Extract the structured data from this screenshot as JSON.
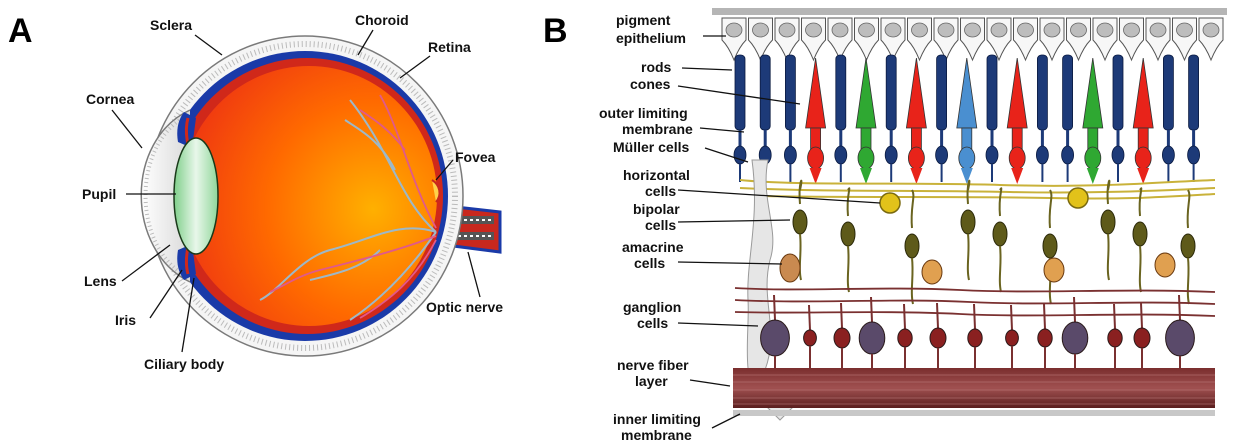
{
  "panels": {
    "a": {
      "letter": "A",
      "labels": {
        "sclera": "Sclera",
        "choroid": "Choroid",
        "retina": "Retina",
        "cornea": "Cornea",
        "fovea": "Fovea",
        "pupil": "Pupil",
        "lens": "Lens",
        "iris": "Iris",
        "optic_nerve": "Optic nerve",
        "ciliary_body": "Ciliary body"
      }
    },
    "b": {
      "letter": "B",
      "labels": {
        "pigment_1": "pigment",
        "pigment_2": "epithelium",
        "rods": "rods",
        "cones": "cones",
        "olm_1": "outer limiting",
        "olm_2": "membrane",
        "muller": "Müller cells",
        "horizontal_1": "horizontal",
        "horizontal_2": "cells",
        "bipolar_1": "bipolar",
        "bipolar_2": "cells",
        "amacrine_1": "amacrine",
        "amacrine_2": "cells",
        "ganglion_1": "ganglion",
        "ganglion_2": "cells",
        "nfl_1": "nerve fiber",
        "nfl_2": "layer",
        "ilm_1": "inner limiting",
        "ilm_2": "membrane"
      }
    }
  },
  "colors": {
    "orange": "#ff6a00",
    "red": "#e8331a",
    "blue_choroid": "#1a3aa8",
    "cone_red": "#e8231a",
    "cone_green": "#2fa832",
    "cone_blue": "#4a8fd0",
    "rod": "#1d3a78",
    "neuron": "#5e5a1a",
    "ganglion": "#5a4a6a",
    "nerve_fiber": "#6a2a2a"
  }
}
